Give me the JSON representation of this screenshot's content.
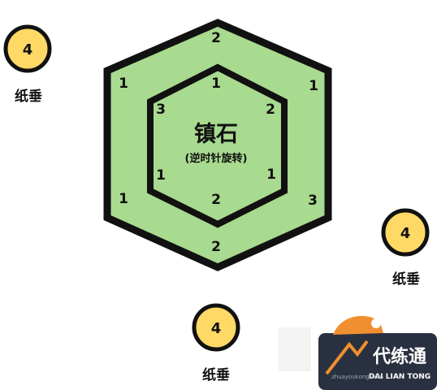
{
  "center": {
    "title": "镇石",
    "subtitle": "(逆时针旋转)"
  },
  "outer_ring_numbers": {
    "top": "2",
    "upper_right": "1",
    "lower_right": "3",
    "bottom": "2",
    "lower_left": "1",
    "upper_left": "1"
  },
  "inner_ring_numbers": {
    "top": "1",
    "upper_right": "2",
    "lower_right": "1",
    "bottom": "2",
    "lower_left": "1",
    "upper_left": "3"
  },
  "pendants": [
    {
      "value": "4",
      "label": "纸垂"
    },
    {
      "value": "4",
      "label": "纸垂"
    },
    {
      "value": "4",
      "label": "纸垂"
    }
  ],
  "watermark": {
    "brand": "代练通",
    "sub": "DAI LIAN TONG",
    "url": "zhuayoukong.com"
  },
  "colors": {
    "hex_fill": "#a8da8f",
    "hex_stroke": "#111111",
    "coin_fill": "#ffd966",
    "coin_ring": "#111111",
    "watermark_bg": "#1e2535",
    "watermark_accent": "#f08a24"
  }
}
